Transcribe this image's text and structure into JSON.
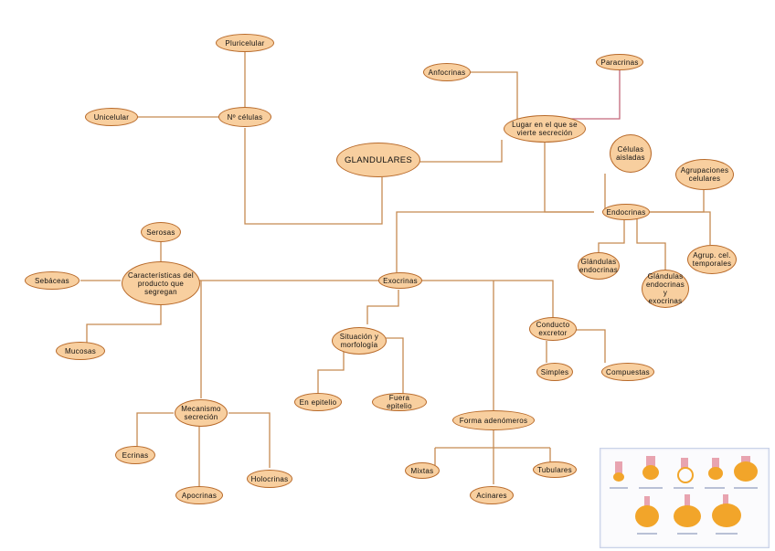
{
  "nodes": {
    "pluricelular": "Pluricelular",
    "unicelular": "Unicelular",
    "n_celulas": "Nº células",
    "anfocrinas": "Anfocrinas",
    "paracrinas": "Paracrinas",
    "lugar": "Lugar en el que se\nvierte secreción",
    "glandulares": "GLANDULARES",
    "celulas_aisladas": "Células\naisladas",
    "agrupaciones": "Agrupaciones\ncelulares",
    "endocrinas": "Endocrinas",
    "serosas": "Serosas",
    "caracteristicas": "Características del\nproducto que\nsegregan",
    "sebaceas": "Sebáceas",
    "exocrinas": "Exocrinas",
    "glandulas_endocrinas": "Glándulas\nendocrinas",
    "glandulas_endo_exo": "Glándulas\nendocrinas\ny exocrinas",
    "agrup_temporales": "Agrup. cel.\ntemporales",
    "mucosas": "Mucosas",
    "situacion": "Situación y\nmorfología",
    "conducto": "Conducto\nexcretor",
    "simples": "Simples",
    "compuestas": "Compuestas",
    "en_epitelio": "En epitelio",
    "fuera_epitelio": "Fuera epitelio",
    "mecanismo": "Mecanismo\nsecreción",
    "ecrinas": "Ecrinas",
    "apocrinas": "Apocrinas",
    "holocrinas": "Holocrinas",
    "forma": "Forma adenómeros",
    "mixtas": "Mixtas",
    "acinares": "Acinares",
    "tubulares": "Tubulares"
  },
  "colors": {
    "node_fill": "#f8cf9f",
    "node_border": "#b86a2a",
    "line": "#c58a52",
    "accent_line": "#c4687a"
  }
}
